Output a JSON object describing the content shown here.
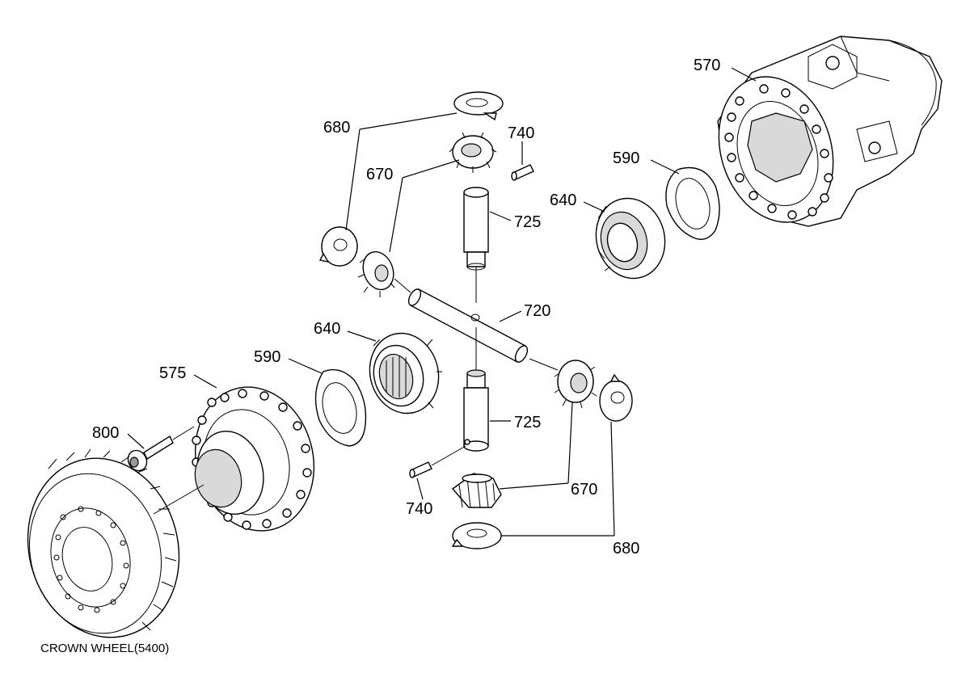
{
  "caption": "CROWN WHEEL(5400)",
  "labels": {
    "l570": "570",
    "l680_top": "680",
    "l740_top": "740",
    "l670_top": "670",
    "l725_top": "725",
    "l590_right": "590",
    "l640_right": "640",
    "l720": "720",
    "l640_left": "640",
    "l590_left": "590",
    "l575": "575",
    "l800": "800",
    "l725_bottom": "725",
    "l740_bottom": "740",
    "l670_bottom": "670",
    "l680_bottom": "680"
  }
}
